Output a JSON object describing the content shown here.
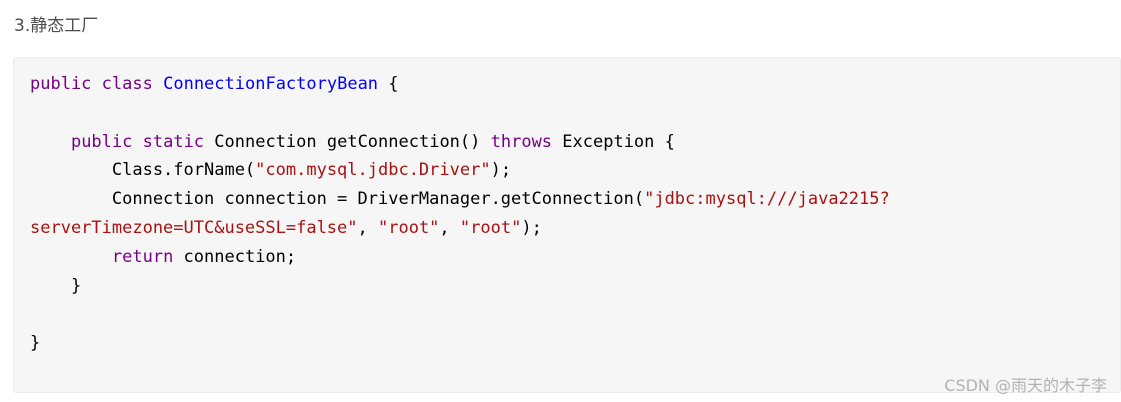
{
  "heading": "3.静态工厂",
  "code": {
    "line1": {
      "kw1": "public",
      "kw2": "class",
      "type": "ConnectionFactoryBean",
      "rest": " {"
    },
    "line3": {
      "indent": "    ",
      "kw1": "public",
      "kw2": "static",
      "mid": " Connection getConnection() ",
      "kw3": "throws",
      "rest": " Exception {"
    },
    "line4": {
      "pre": "        Class.forName(",
      "str": "\"com.mysql.jdbc.Driver\"",
      "rest": ");"
    },
    "line5": {
      "pre": "        Connection connection = DriverManager.getConnection(",
      "str": "\"jdbc:mysql:///java2215?"
    },
    "line6": {
      "str1": "serverTimezone=UTC&useSSL=false\"",
      "sep1": ", ",
      "str2": "\"root\"",
      "sep2": ", ",
      "str3": "\"root\"",
      "rest": ");"
    },
    "line7": {
      "indent": "        ",
      "kw": "return",
      "rest": " connection;"
    },
    "line8": "    }",
    "line10": "}"
  },
  "watermark": "CSDN @雨天的木子李",
  "colors": {
    "keyword": "#770088",
    "type": "#0000ff",
    "string": "#aa1111",
    "background": "#f6f6f6"
  }
}
